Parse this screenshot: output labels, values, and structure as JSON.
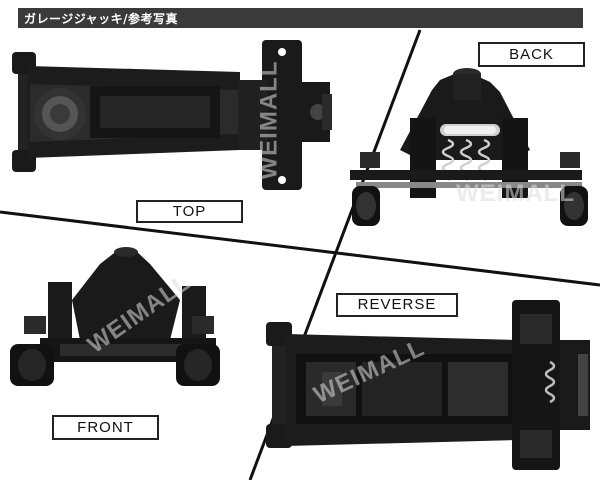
{
  "header": {
    "title": "ガレージジャッキ/参考写真",
    "bar_color": "#3a3a3a"
  },
  "views": {
    "top": "TOP",
    "back": "BACK",
    "front": "FRONT",
    "reverse": "REVERSE"
  },
  "watermark": "WEIMALL",
  "colors": {
    "jack_body": "#1a1a1a",
    "chrome": "#c8c8c8",
    "background": "#ffffff"
  }
}
